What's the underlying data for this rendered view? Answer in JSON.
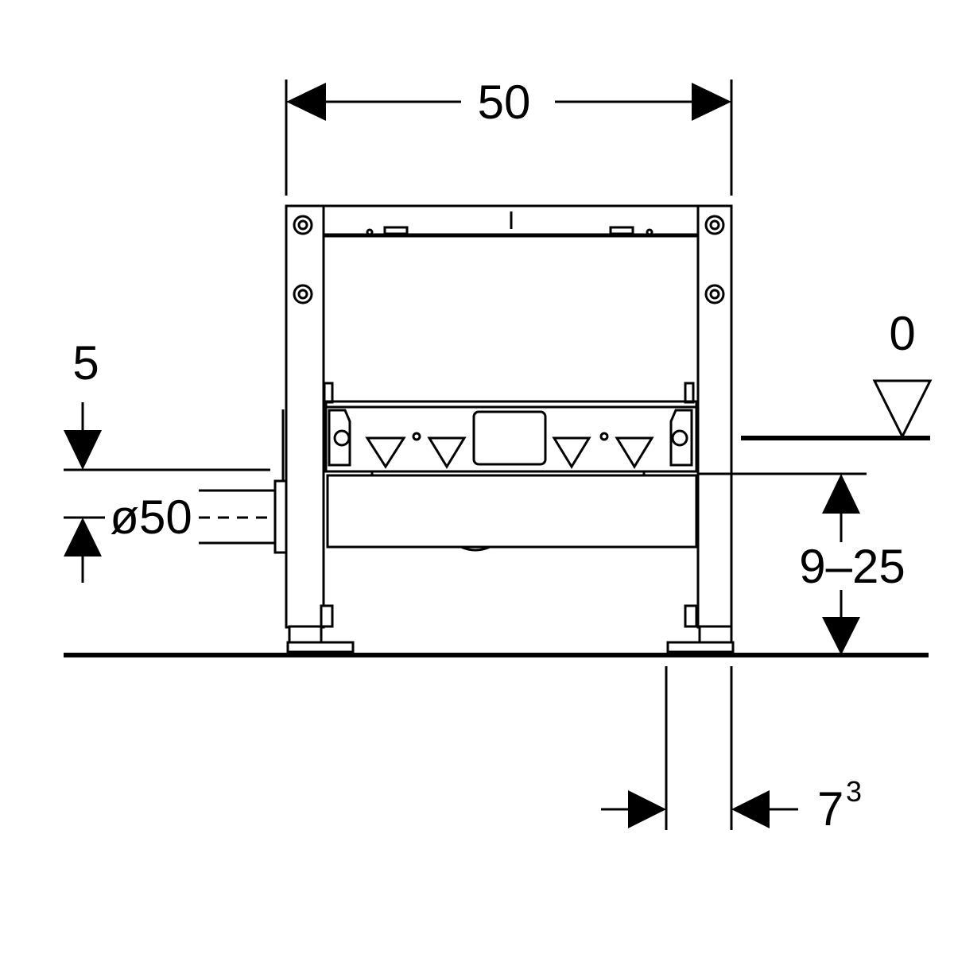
{
  "dimensions": {
    "width": "50",
    "level_zero": "0",
    "pipe_offset": "5",
    "pipe_diameter": "ø50",
    "adjust_range": "9–25",
    "foot_width_base": "7",
    "foot_width_sup": "3"
  },
  "colors": {
    "line": "#000000",
    "background": "#ffffff"
  }
}
